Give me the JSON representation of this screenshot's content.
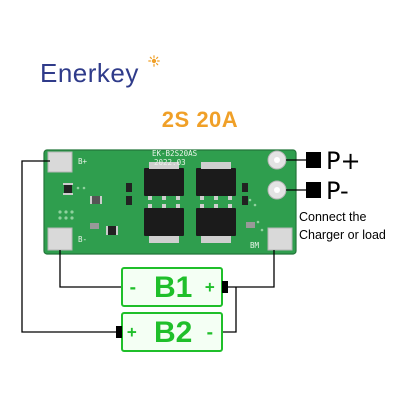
{
  "brand": {
    "name": "Enerkey"
  },
  "product": {
    "title": "2S  20A"
  },
  "board": {
    "model": "EK-B2S20AS",
    "date": "2022.03",
    "pad_b_plus": "B+",
    "pad_b_minus": "B-",
    "pad_bm": "BM"
  },
  "outputs": {
    "p_plus": "P+",
    "p_minus": "P-",
    "note_line1": "Connect the",
    "note_line2": "Charger or load"
  },
  "cells": [
    {
      "label": "B1",
      "neg": "-",
      "pos": "+"
    },
    {
      "label": "B2",
      "neg": "-",
      "pos": "+"
    }
  ],
  "colors": {
    "pcb": "#2f9e4e",
    "pad": "#d9d9d9",
    "cell_border": "#1fbf2a",
    "brand": "#2f3b8a",
    "title": "#f0a028"
  }
}
